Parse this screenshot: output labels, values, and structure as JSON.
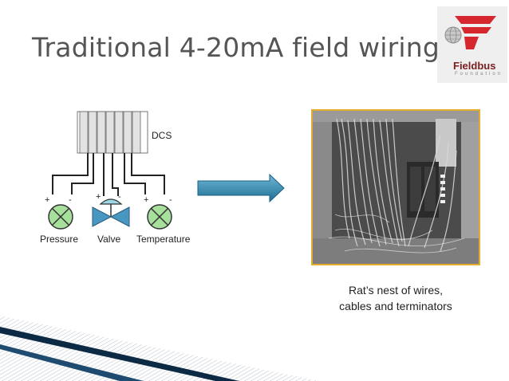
{
  "slide": {
    "title": "Traditional 4-20mA field wiring"
  },
  "logo": {
    "name": "Fieldbus",
    "tagline": "Foundation",
    "icon": "fieldbus-globe-logo",
    "brand_color": "#d6262e"
  },
  "diagram": {
    "controller_label": "DCS",
    "devices": [
      {
        "label": "Pressure",
        "icon": "transmitter-icon"
      },
      {
        "label": "Valve",
        "icon": "valve-icon"
      },
      {
        "label": "Temperature",
        "icon": "transmitter-icon"
      }
    ],
    "polarity": {
      "plus": "+",
      "minus": "-"
    },
    "device_color": "#a7df9d"
  },
  "arrow": {
    "icon": "right-arrow-icon",
    "color": "#2d7fa3"
  },
  "photo": {
    "subject": "wiring-cabinet-photo",
    "border_color": "#e4ad2e"
  },
  "caption": {
    "line1": "Rat’s nest of wires,",
    "line2": "cables and terminators"
  }
}
